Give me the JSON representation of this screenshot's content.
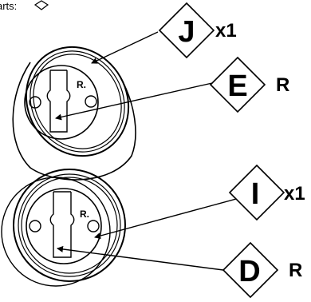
{
  "header": {
    "text": "arts:"
  },
  "parts": [
    {
      "letter": "J",
      "qty": "x1"
    },
    {
      "letter": "E",
      "qty": "R"
    },
    {
      "letter": "I",
      "qty": "x1"
    },
    {
      "letter": "D",
      "qty": "R"
    }
  ],
  "plate_marks": [
    "R.",
    "R."
  ]
}
